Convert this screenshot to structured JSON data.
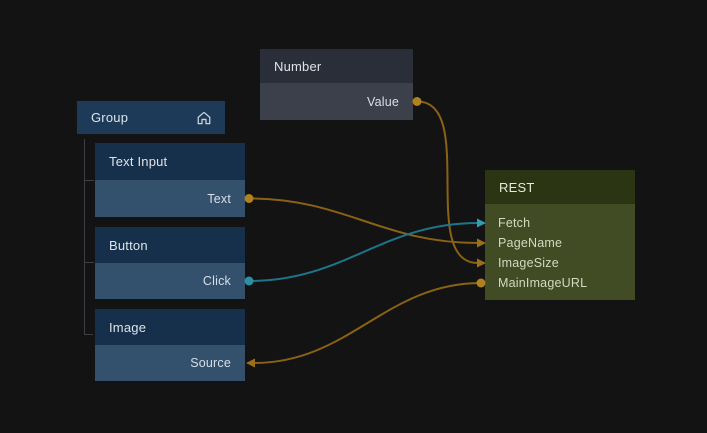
{
  "canvas": {
    "background": "#131313"
  },
  "colors": {
    "background": "#131313",
    "group_header": "#1d3b58",
    "blue_header": "#16304b",
    "blue_body": "#33506d",
    "gray_header": "#2a2e38",
    "gray_body": "#3b404b",
    "olive_header": "#2b3514",
    "olive_body": "#414b24",
    "title_text": "#dde3e9",
    "label_text": "#d8dfe6",
    "rest_title_text": "#e7ebd9",
    "rest_label_text": "#d4d9bf",
    "connector_line": "#3b3f45",
    "wire_amber": "#8a6216",
    "wire_teal": "#1e7589"
  },
  "nodes": {
    "group": {
      "title": "Group",
      "icon": "home-icon"
    },
    "text_input": {
      "title": "Text Input",
      "ports": [
        {
          "name": "Text",
          "direction": "output"
        }
      ]
    },
    "button": {
      "title": "Button",
      "ports": [
        {
          "name": "Click",
          "direction": "output"
        }
      ]
    },
    "image": {
      "title": "Image",
      "ports": [
        {
          "name": "Source",
          "direction": "input"
        }
      ]
    },
    "number": {
      "title": "Number",
      "ports": [
        {
          "name": "Value",
          "direction": "output"
        }
      ]
    },
    "rest": {
      "title": "REST",
      "ports": [
        {
          "name": "Fetch",
          "direction": "input"
        },
        {
          "name": "PageName",
          "direction": "input"
        },
        {
          "name": "ImageSize",
          "direction": "input"
        },
        {
          "name": "MainImageURL",
          "direction": "output"
        }
      ]
    }
  },
  "connections": [
    {
      "from": "port-value",
      "to": "port-imagesize",
      "wire": "#8a6216",
      "dot": "#b0811f",
      "arrow": "#9c701a"
    },
    {
      "from": "port-text",
      "to": "port-pagename",
      "wire": "#8a6216",
      "dot": "#b0811f",
      "arrow": "#9c701a"
    },
    {
      "from": "port-click",
      "to": "port-fetch",
      "wire": "#1e7589",
      "dot": "#2c8fa6",
      "arrow": "#2f9cb5"
    },
    {
      "from": "port-mainimageurl",
      "to": "port-source",
      "wire": "#8a6216",
      "dot": "#b0811f",
      "arrow": "#9c701a"
    }
  ]
}
